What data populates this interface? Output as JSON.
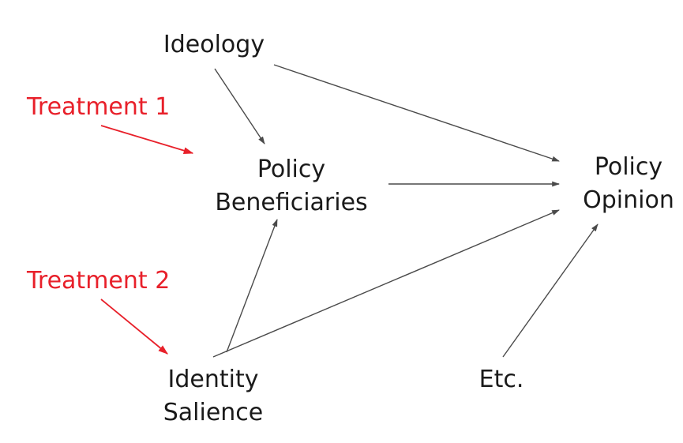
{
  "colors": {
    "text": "#1a1a1a",
    "edge": "#4a4a4a",
    "treatment": "#e8202a"
  },
  "nodes": {
    "ideology": "Ideology",
    "beneficiaries_line1": "Policy",
    "beneficiaries_line2": "Beneficiaries",
    "opinion_line1": "Policy",
    "opinion_line2": "Opinion",
    "identity_line1": "Identity",
    "identity_line2": "Salience",
    "etc": "Etc."
  },
  "treatments": {
    "t1": "Treatment 1",
    "t2": "Treatment 2"
  },
  "edges": [
    {
      "from": "Ideology",
      "to": "Policy Beneficiaries"
    },
    {
      "from": "Ideology",
      "to": "Policy Opinion"
    },
    {
      "from": "Policy Beneficiaries",
      "to": "Policy Opinion"
    },
    {
      "from": "Identity Salience",
      "to": "Policy Beneficiaries"
    },
    {
      "from": "Identity Salience",
      "to": "Policy Opinion"
    },
    {
      "from": "Etc.",
      "to": "Policy Opinion"
    },
    {
      "from": "Treatment 1",
      "to": "Policy Beneficiaries"
    },
    {
      "from": "Treatment 2",
      "to": "Identity Salience"
    }
  ]
}
